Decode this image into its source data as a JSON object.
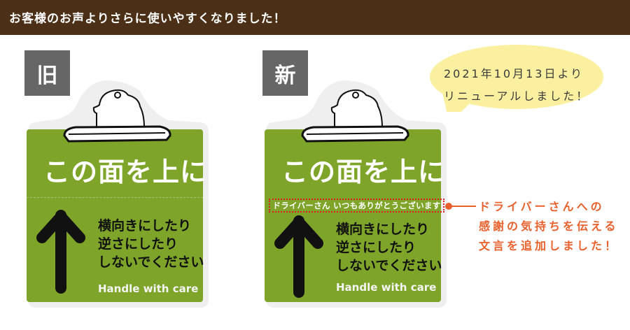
{
  "header": {
    "title": "お客様のお声よりさらに使いやすくなりました！",
    "bg_color": "#4c2f17"
  },
  "old_card": {
    "badge": "旧",
    "headline": "この面を上に",
    "instructions": [
      "横向きにしたり",
      "逆さにしたり",
      "しないでください"
    ],
    "handle_text": "Handle with care"
  },
  "new_card": {
    "badge": "新",
    "headline": "この面を上に",
    "thanks_text": "ドライバーさん いつもありがとうございます",
    "instructions": [
      "横向きにしたり",
      "逆さにしたり",
      "しないでください"
    ],
    "handle_text": "Handle with care"
  },
  "bubble": {
    "line1": "2021年10月13日より",
    "line2": "リニューアルしました！",
    "color": "#fbf0a0"
  },
  "callout": {
    "lines": [
      "ドライバーさんへの",
      "感謝の気持ちを伝える",
      "文言を追加しました！"
    ],
    "color": "#e8612c"
  },
  "colors": {
    "green": "#7ea42a",
    "badge_gray": "#666666",
    "dotted_red": "#e02020"
  }
}
